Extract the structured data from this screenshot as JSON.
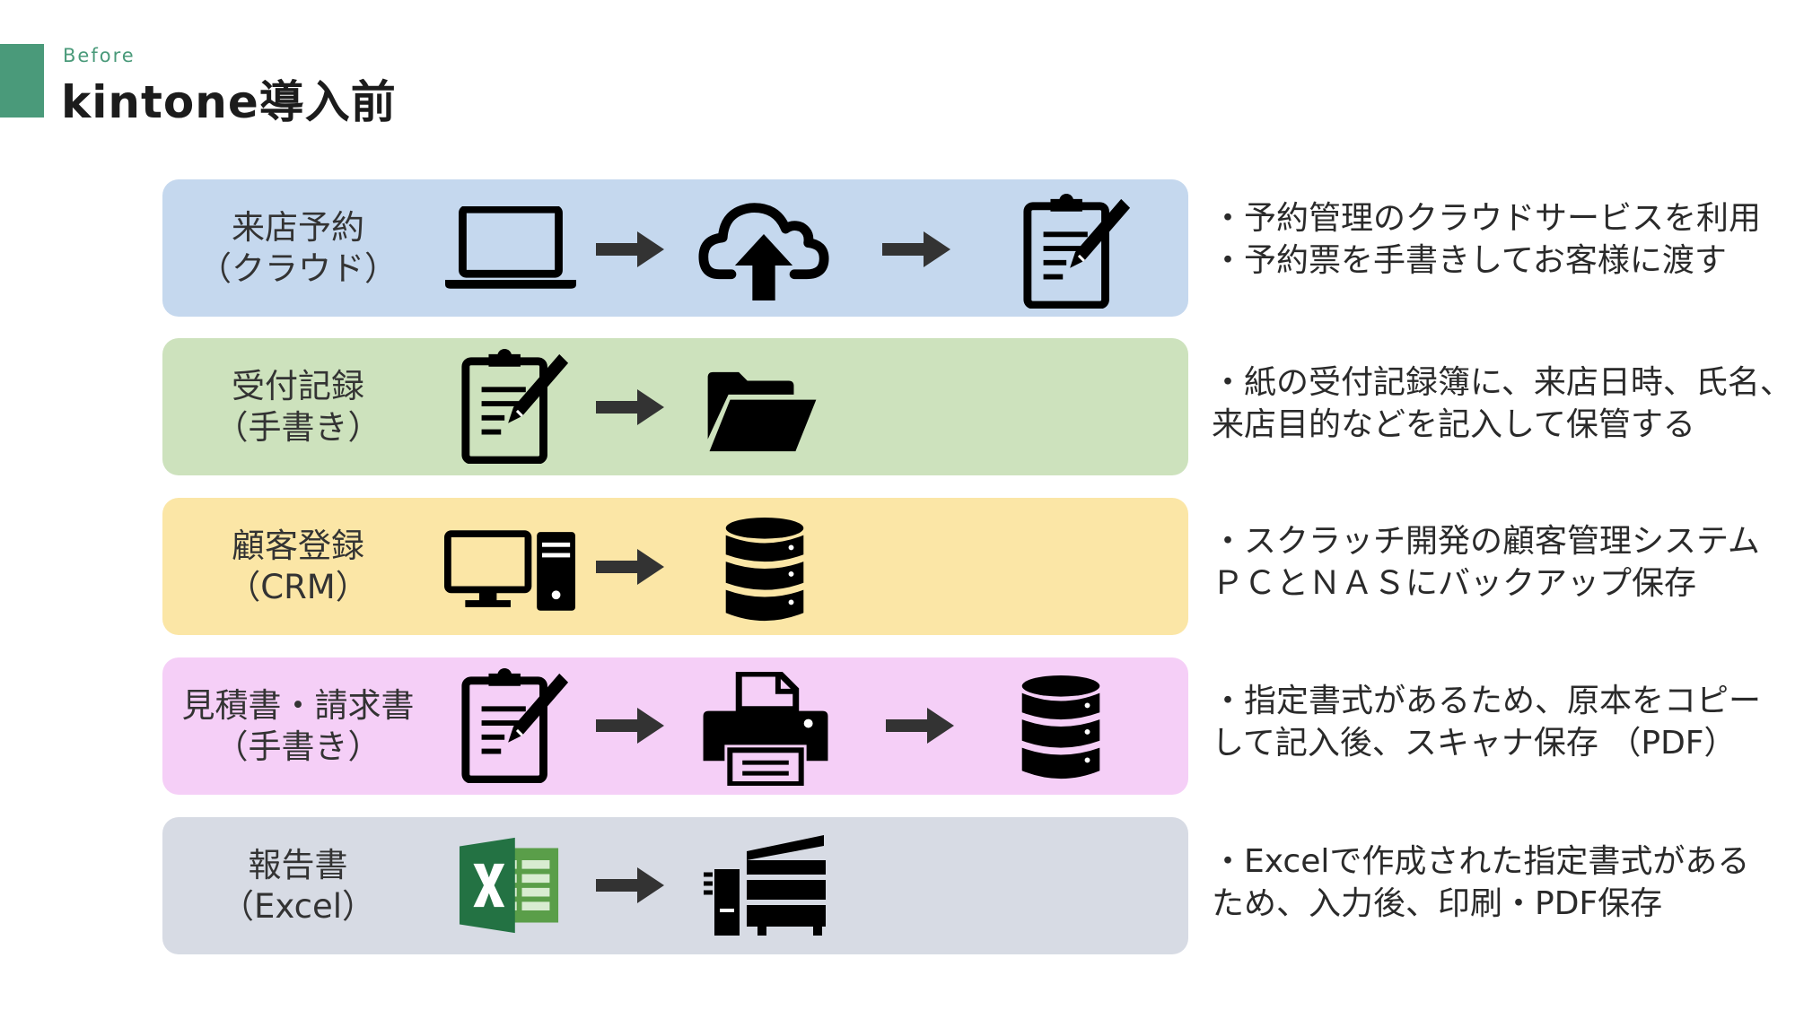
{
  "header": {
    "kicker": "Before",
    "title": "kintone導入前"
  },
  "colors": {
    "accent": "#4a9a7a",
    "row_colors": [
      "#c5d8ee",
      "#cde2bd",
      "#fbe6a6",
      "#f5cff7",
      "#d7dbe4"
    ]
  },
  "rows": [
    {
      "label_line1": "来店予約",
      "label_line2": "（クラウド）",
      "icons": [
        "laptop-icon",
        "arrow-right-icon",
        "cloud-upload-icon",
        "arrow-right-icon",
        "clipboard-edit-icon"
      ],
      "desc_line1": "・予約管理のクラウドサービスを利用",
      "desc_line2": "・予約票を手書きしてお客様に渡す"
    },
    {
      "label_line1": "受付記録",
      "label_line2": "（手書き）",
      "icons": [
        "clipboard-edit-icon",
        "arrow-right-icon",
        "folder-open-icon"
      ],
      "desc_line1": "・紙の受付記録簿に、来店日時、氏名、",
      "desc_line2": "来店目的などを記入して保管する"
    },
    {
      "label_line1": "顧客登録",
      "label_line2": "（CRM）",
      "icons": [
        "desktop-computer-icon",
        "arrow-right-icon",
        "database-icon"
      ],
      "desc_line1": "・スクラッチ開発の顧客管理システム",
      "desc_line2": "ＰＣとＮＡＳにバックアップ保存"
    },
    {
      "label_line1": "見積書・請求書",
      "label_line2": "（手書き）",
      "icons": [
        "clipboard-edit-icon",
        "arrow-right-icon",
        "printer-icon",
        "arrow-right-icon",
        "database-icon"
      ],
      "desc_line1": "・指定書式があるため、原本をコピー",
      "desc_line2": "して記入後、スキャナ保存 （PDF）"
    },
    {
      "label_line1": "報告書",
      "label_line2": "（Excel）",
      "icons": [
        "excel-icon",
        "arrow-right-icon",
        "multifunction-printer-icon"
      ],
      "desc_line1": "・Excelで作成された指定書式がある",
      "desc_line2": "ため、入力後、印刷・PDF保存"
    }
  ]
}
